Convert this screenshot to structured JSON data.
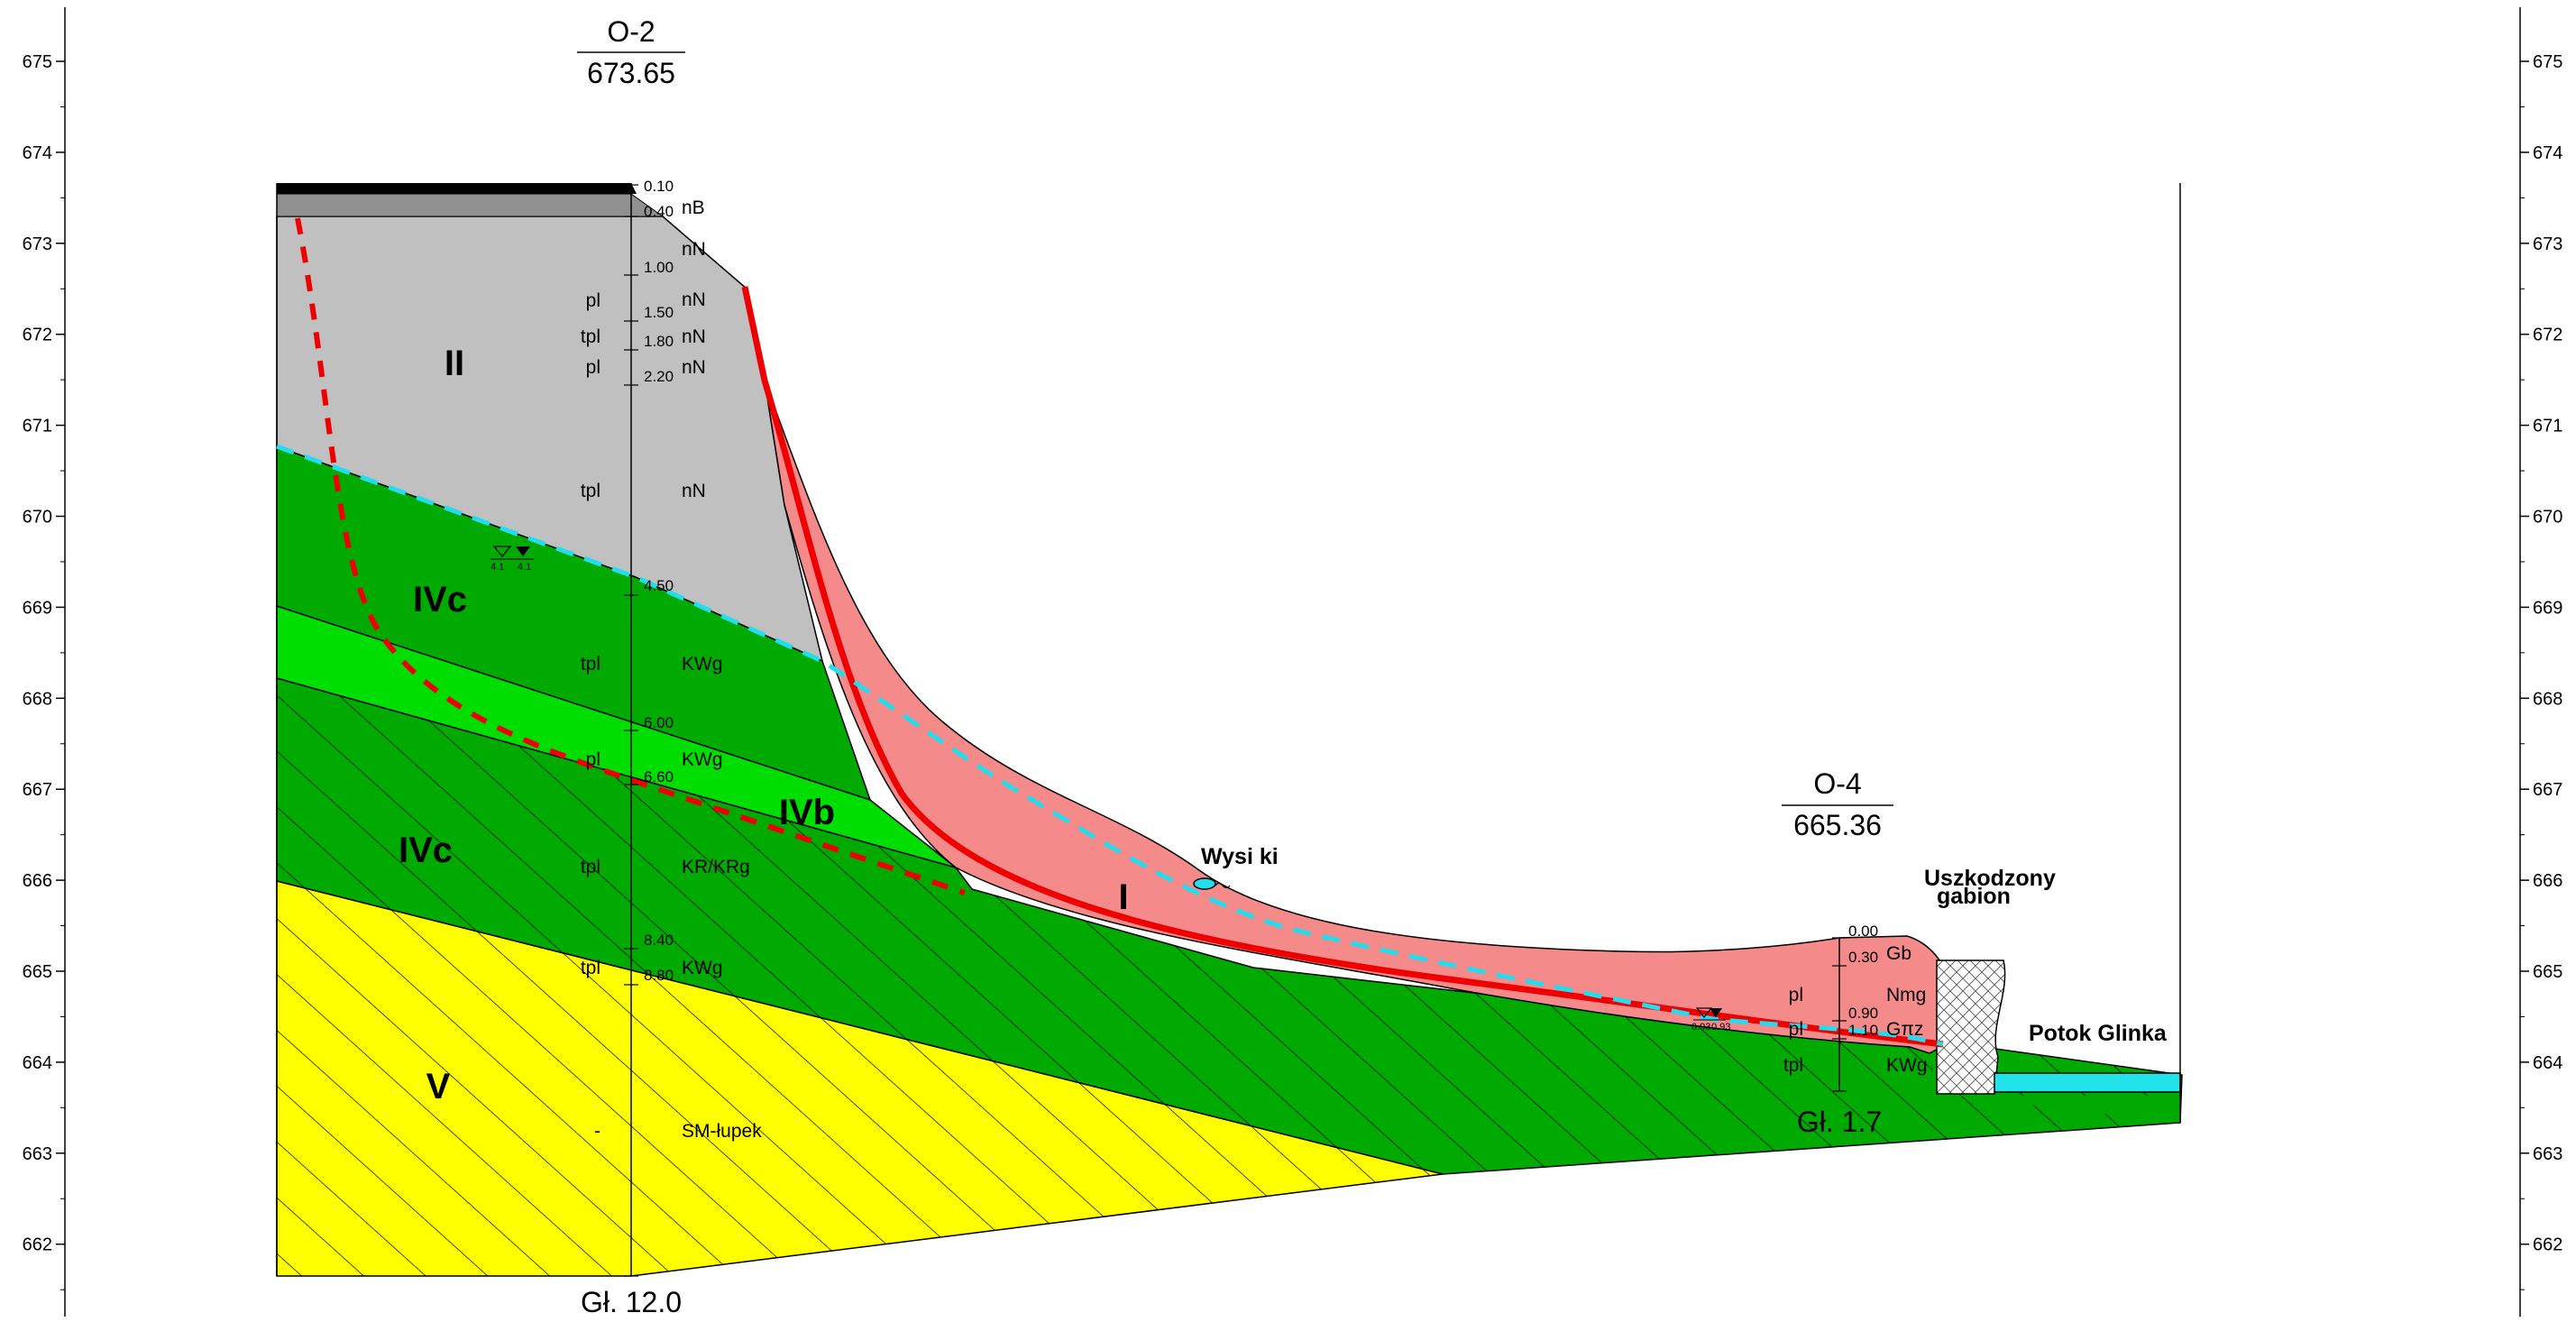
{
  "elevation_ticks": [
    "675",
    "674",
    "673",
    "672",
    "671",
    "670",
    "669",
    "668",
    "667",
    "666",
    "665",
    "664",
    "663",
    "662"
  ],
  "boreholes": {
    "o2": {
      "name": "O-2",
      "elevation": "673.65",
      "final_depth": "Gł. 12.0",
      "depths": [
        "0.10",
        "0.40",
        "1.00",
        "1.50",
        "1.80",
        "2.20",
        "4.50",
        "6.00",
        "6.60",
        "8.40",
        "8.80"
      ],
      "genesis": [
        "nB",
        "nN",
        "nN",
        "nN",
        "nN",
        "nN",
        "KWg",
        "KWg",
        "KR/KRg",
        "KWg",
        "SM-łupek"
      ],
      "lithology": [
        "pl",
        "tpl",
        "pl",
        "tpl",
        "tpl",
        "pl",
        "tpl",
        "tpl",
        "-"
      ],
      "water_level": [
        "4.1",
        "4.1"
      ]
    },
    "o4": {
      "name": "O-4",
      "elevation": "665.36",
      "final_depth": "Gł. 1.7",
      "depths": [
        "0.00",
        "0.30",
        "0.90",
        "1.10"
      ],
      "genesis": [
        "Gb",
        "Nmg",
        "Gπz",
        "KWg"
      ],
      "lithology": [
        "pl",
        "pl",
        "tpl"
      ],
      "water_level": [
        "0.93",
        "0.93"
      ]
    }
  },
  "layers": [
    "II",
    "IVc",
    "IVb",
    "IVc",
    "V",
    "I"
  ],
  "annotations": {
    "spring": "Wysi  ki",
    "gabion_line1": "Uszkodzony",
    "gabion_line2": "gabion",
    "stream": "Potok Glinka"
  },
  "colors": {
    "layer_II": "#c0c0c0",
    "layer_IVc": "#00aa00",
    "layer_IVb": "#00dd00",
    "layer_V": "#ffff00",
    "layer_I": "#f58a8a",
    "slip_surface": "#ee0000",
    "water_table": "#22ddee",
    "stream": "#22e3ea"
  }
}
